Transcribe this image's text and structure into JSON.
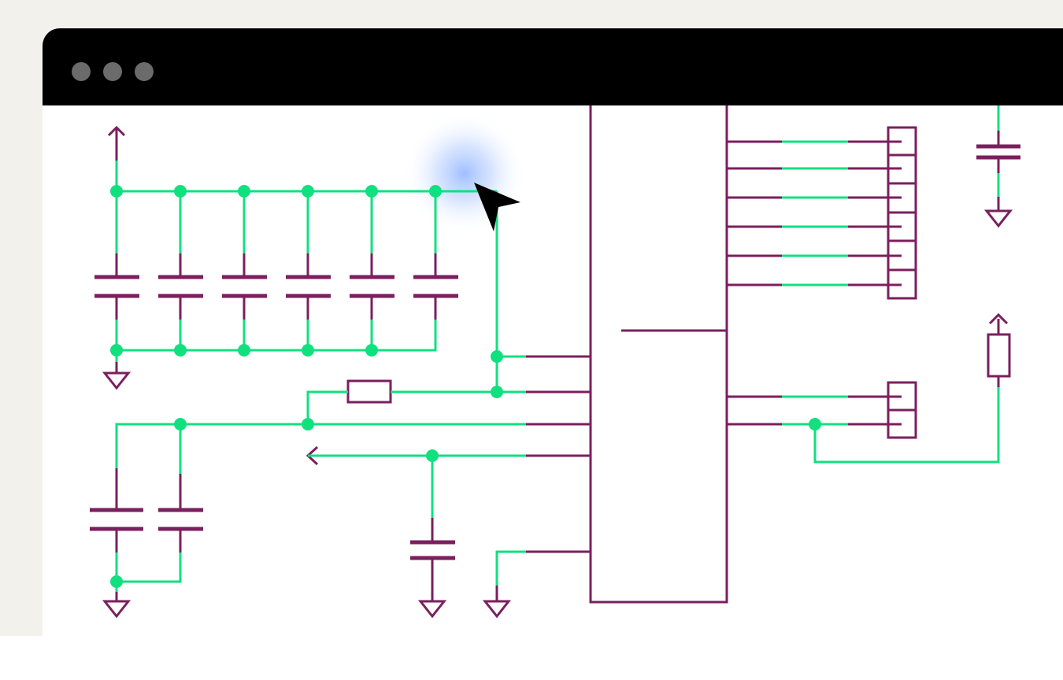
{
  "window": {
    "controls": [
      "close",
      "minimize",
      "maximize"
    ]
  },
  "colors": {
    "backdrop": "#f2f1ec",
    "titlebar": "#000000",
    "control_dot": "#6b6b6b",
    "wire_highlight": "#11e07f",
    "wire_normal": "#7b1f5e",
    "cursor_glow": "#8fb4ff"
  },
  "schematic": {
    "components": [
      "ic-chip",
      "capacitor",
      "resistor",
      "connector-8pin",
      "connector-3pin",
      "ground-symbol",
      "power-arrow"
    ],
    "tool": "wire-highlight"
  },
  "cursor": {
    "icon": "arrow-pointer-icon"
  }
}
